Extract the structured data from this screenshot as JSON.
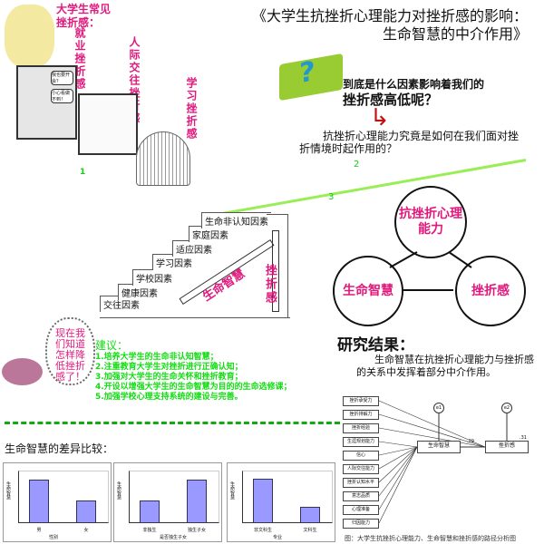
{
  "title": {
    "line1": "《大学生抗挫折心理能力对挫折感的影响：",
    "line2": "生命智慧的中介作用》"
  },
  "cartoon": {
    "heading": "大学生常见挫折感：",
    "types": [
      "就业挫折感",
      "人际交往挫折感",
      "学习挫折感"
    ],
    "bubble1": "我也要开会？",
    "bubble2": "小心看做不到！",
    "marker1": "1",
    "marker2": "2",
    "marker3": "3"
  },
  "questions": {
    "q1_line1": "到底是什么因素影响着我们的",
    "q1_line2": "挫折感高低呢？",
    "q2": "抗挫折心理能力究竟是如何在我们面对挫折情境时起作用的？"
  },
  "stairs": {
    "steps": [
      "交往因素",
      "健康因素",
      "学校因素",
      "学习因素",
      "适应因素",
      "家庭因素",
      "生命非认知因素"
    ],
    "up_label": "生命智慧",
    "down_label": "挫折感"
  },
  "model": {
    "top": "抗挫折心理能力",
    "left": "生命智慧",
    "right": "挫折感"
  },
  "results": {
    "heading": "研究结果：",
    "text": "生命智慧在抗挫折心理能力与挫折感的关系中发挥着部分中介作用。"
  },
  "bubble": {
    "text": "现在我们知道怎样降低挫折感了！"
  },
  "advice": {
    "heading": "建议：",
    "items": [
      "1.培养大学生的生命非认知智慧；",
      "2.注重教育大学生对挫折进行正确认知；",
      "3.加强对大学生的生命关怀和挫折教育；",
      "4.开设以增强大学生的生命智慧为目的的生命选修课；",
      "5.加强学校心理支持系统的建设与完善。"
    ]
  },
  "comparison": {
    "heading": "生命智慧的差异比较："
  },
  "chart_data": [
    {
      "type": "bar",
      "categories": [
        "男",
        "女"
      ],
      "values": [
        0.88,
        0.45
      ],
      "xlabel": "性别",
      "ylabel": "生命智慧"
    },
    {
      "type": "bar",
      "categories": [
        "非独生",
        "独生子女"
      ],
      "values": [
        0.45,
        0.88
      ],
      "xlabel": "是否独生子女",
      "ylabel": "生命智慧"
    },
    {
      "type": "bar",
      "categories": [
        "非文科生",
        "文科生"
      ],
      "values": [
        0.9,
        0.32
      ],
      "xlabel": "专业",
      "ylabel": "生命智慧"
    }
  ],
  "path": {
    "predictors": [
      "挫折承受力",
      "挫折排解力",
      "挫折经验",
      "生涯规划能力",
      "信心",
      "人际交往能力",
      "挫折认知水平",
      "意志品质",
      "心理准备",
      "归因能力"
    ],
    "mediator": "生命智慧",
    "outcome": "挫折感",
    "e1": "e1",
    "e2": "e2",
    "coef_mo": ".29",
    "r2": ".31",
    "caption": "图：大学生抗挫折心理能力、生命智慧和挫折感的路径分析图"
  }
}
